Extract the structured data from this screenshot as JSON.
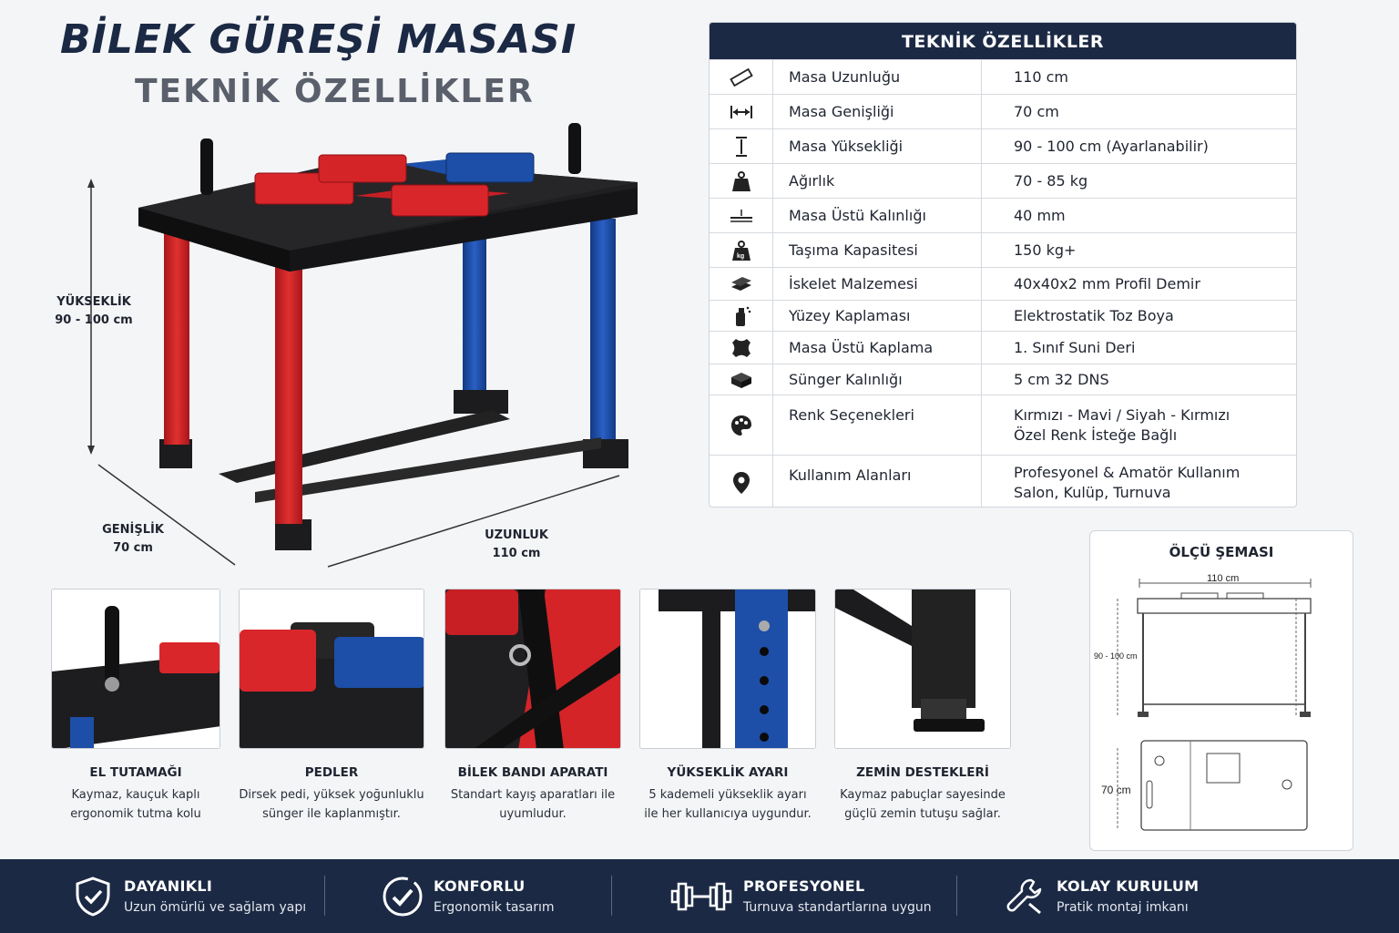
{
  "header": {
    "title": "BİLEK GÜREŞİ MASASI",
    "subtitle": "TEKNİK ÖZELLİKLER"
  },
  "hero": {
    "height_label": "YÜKSEKLİK",
    "height_value": "90 - 100 cm",
    "width_label": "GENİŞLİK",
    "width_value": "70 cm",
    "length_label": "UZUNLUK",
    "length_value": "110 cm"
  },
  "spec_table": {
    "title": "TEKNİK ÖZELLİKLER",
    "rows": [
      {
        "icon": "ruler-icon",
        "label": "Masa Uzunluğu",
        "value": [
          "110 cm"
        ]
      },
      {
        "icon": "width-arrows-icon",
        "label": "Masa Genişliği",
        "value": [
          "70 cm"
        ]
      },
      {
        "icon": "height-arrow-icon",
        "label": "Masa Yüksekliği",
        "value": [
          "90 - 100 cm (Ayarlanabilir)"
        ]
      },
      {
        "icon": "weight-icon",
        "label": "Ağırlık",
        "value": [
          "70 - 85 kg"
        ]
      },
      {
        "icon": "thickness-icon",
        "label": "Masa Üstü Kalınlığı",
        "value": [
          "40 mm"
        ]
      },
      {
        "icon": "kg-weight-icon",
        "label": "Taşıma Kapasitesi",
        "value": [
          "150 kg+"
        ]
      },
      {
        "icon": "steel-bar-icon",
        "label": "İskelet Malzemesi",
        "value": [
          "40x40x2 mm Profil Demir"
        ]
      },
      {
        "icon": "spray-icon",
        "label": "Yüzey Kaplaması",
        "value": [
          "Elektrostatik Toz Boya"
        ]
      },
      {
        "icon": "leather-icon",
        "label": "Masa Üstü Kaplama",
        "value": [
          "1. Sınıf Suni Deri"
        ]
      },
      {
        "icon": "sponge-icon",
        "label": "Sünger Kalınlığı",
        "value": [
          "5 cm 32 DNS"
        ]
      },
      {
        "icon": "palette-icon",
        "label": "Renk Seçenekleri",
        "value": [
          "Kırmızı - Mavi / Siyah - Kırmızı",
          "Özel Renk İsteğe Bağlı"
        ]
      },
      {
        "icon": "location-icon",
        "label": "Kullanım Alanları",
        "value": [
          "Profesyonel & Amatör Kullanım",
          "Salon, Kulüp, Turnuva"
        ]
      }
    ]
  },
  "scheme": {
    "title": "ÖLÇÜ ŞEMASI",
    "length": "110 cm",
    "height": "90 - 100 cm",
    "width": "70 cm"
  },
  "cards": [
    {
      "title": "EL TUTAMAĞI",
      "text": [
        "Kaymaz, kauçuk kaplı",
        "ergonomik tutma kolu"
      ]
    },
    {
      "title": "PEDLER",
      "text": [
        "Dirsek pedi, yüksek yoğunluklu",
        "sünger ile kaplanmıştır."
      ]
    },
    {
      "title": "BİLEK BANDI APARATI",
      "text": [
        "Standart kayış aparatları ile",
        "uyumludur."
      ]
    },
    {
      "title": "YÜKSEKLİK AYARI",
      "text": [
        "5 kademeli yükseklik ayarı",
        "ile her kullanıcıya uygundur."
      ]
    },
    {
      "title": "ZEMİN DESTEKLERİ",
      "text": [
        "Kaymaz pabuçlar sayesinde",
        "güçlü zemin tutuşu sağlar."
      ]
    }
  ],
  "features": [
    {
      "icon": "shield-check-icon",
      "title": "DAYANIKLI",
      "text": "Uzun ömürlü ve sağlam yapı"
    },
    {
      "icon": "check-circle-icon",
      "title": "KONFORLU",
      "text": "Ergonomik tasarım"
    },
    {
      "icon": "dumbbell-icon",
      "title": "PROFESYONEL",
      "text": "Turnuva standartlarına uygun"
    },
    {
      "icon": "wrench-icon",
      "title": "KOLAY KURULUM",
      "text": "Pratik montaj imkanı"
    }
  ],
  "colors": {
    "navy": "#1b2944",
    "red": "#d9262b",
    "blue": "#1d4fa8",
    "black": "#1c1c1e"
  }
}
